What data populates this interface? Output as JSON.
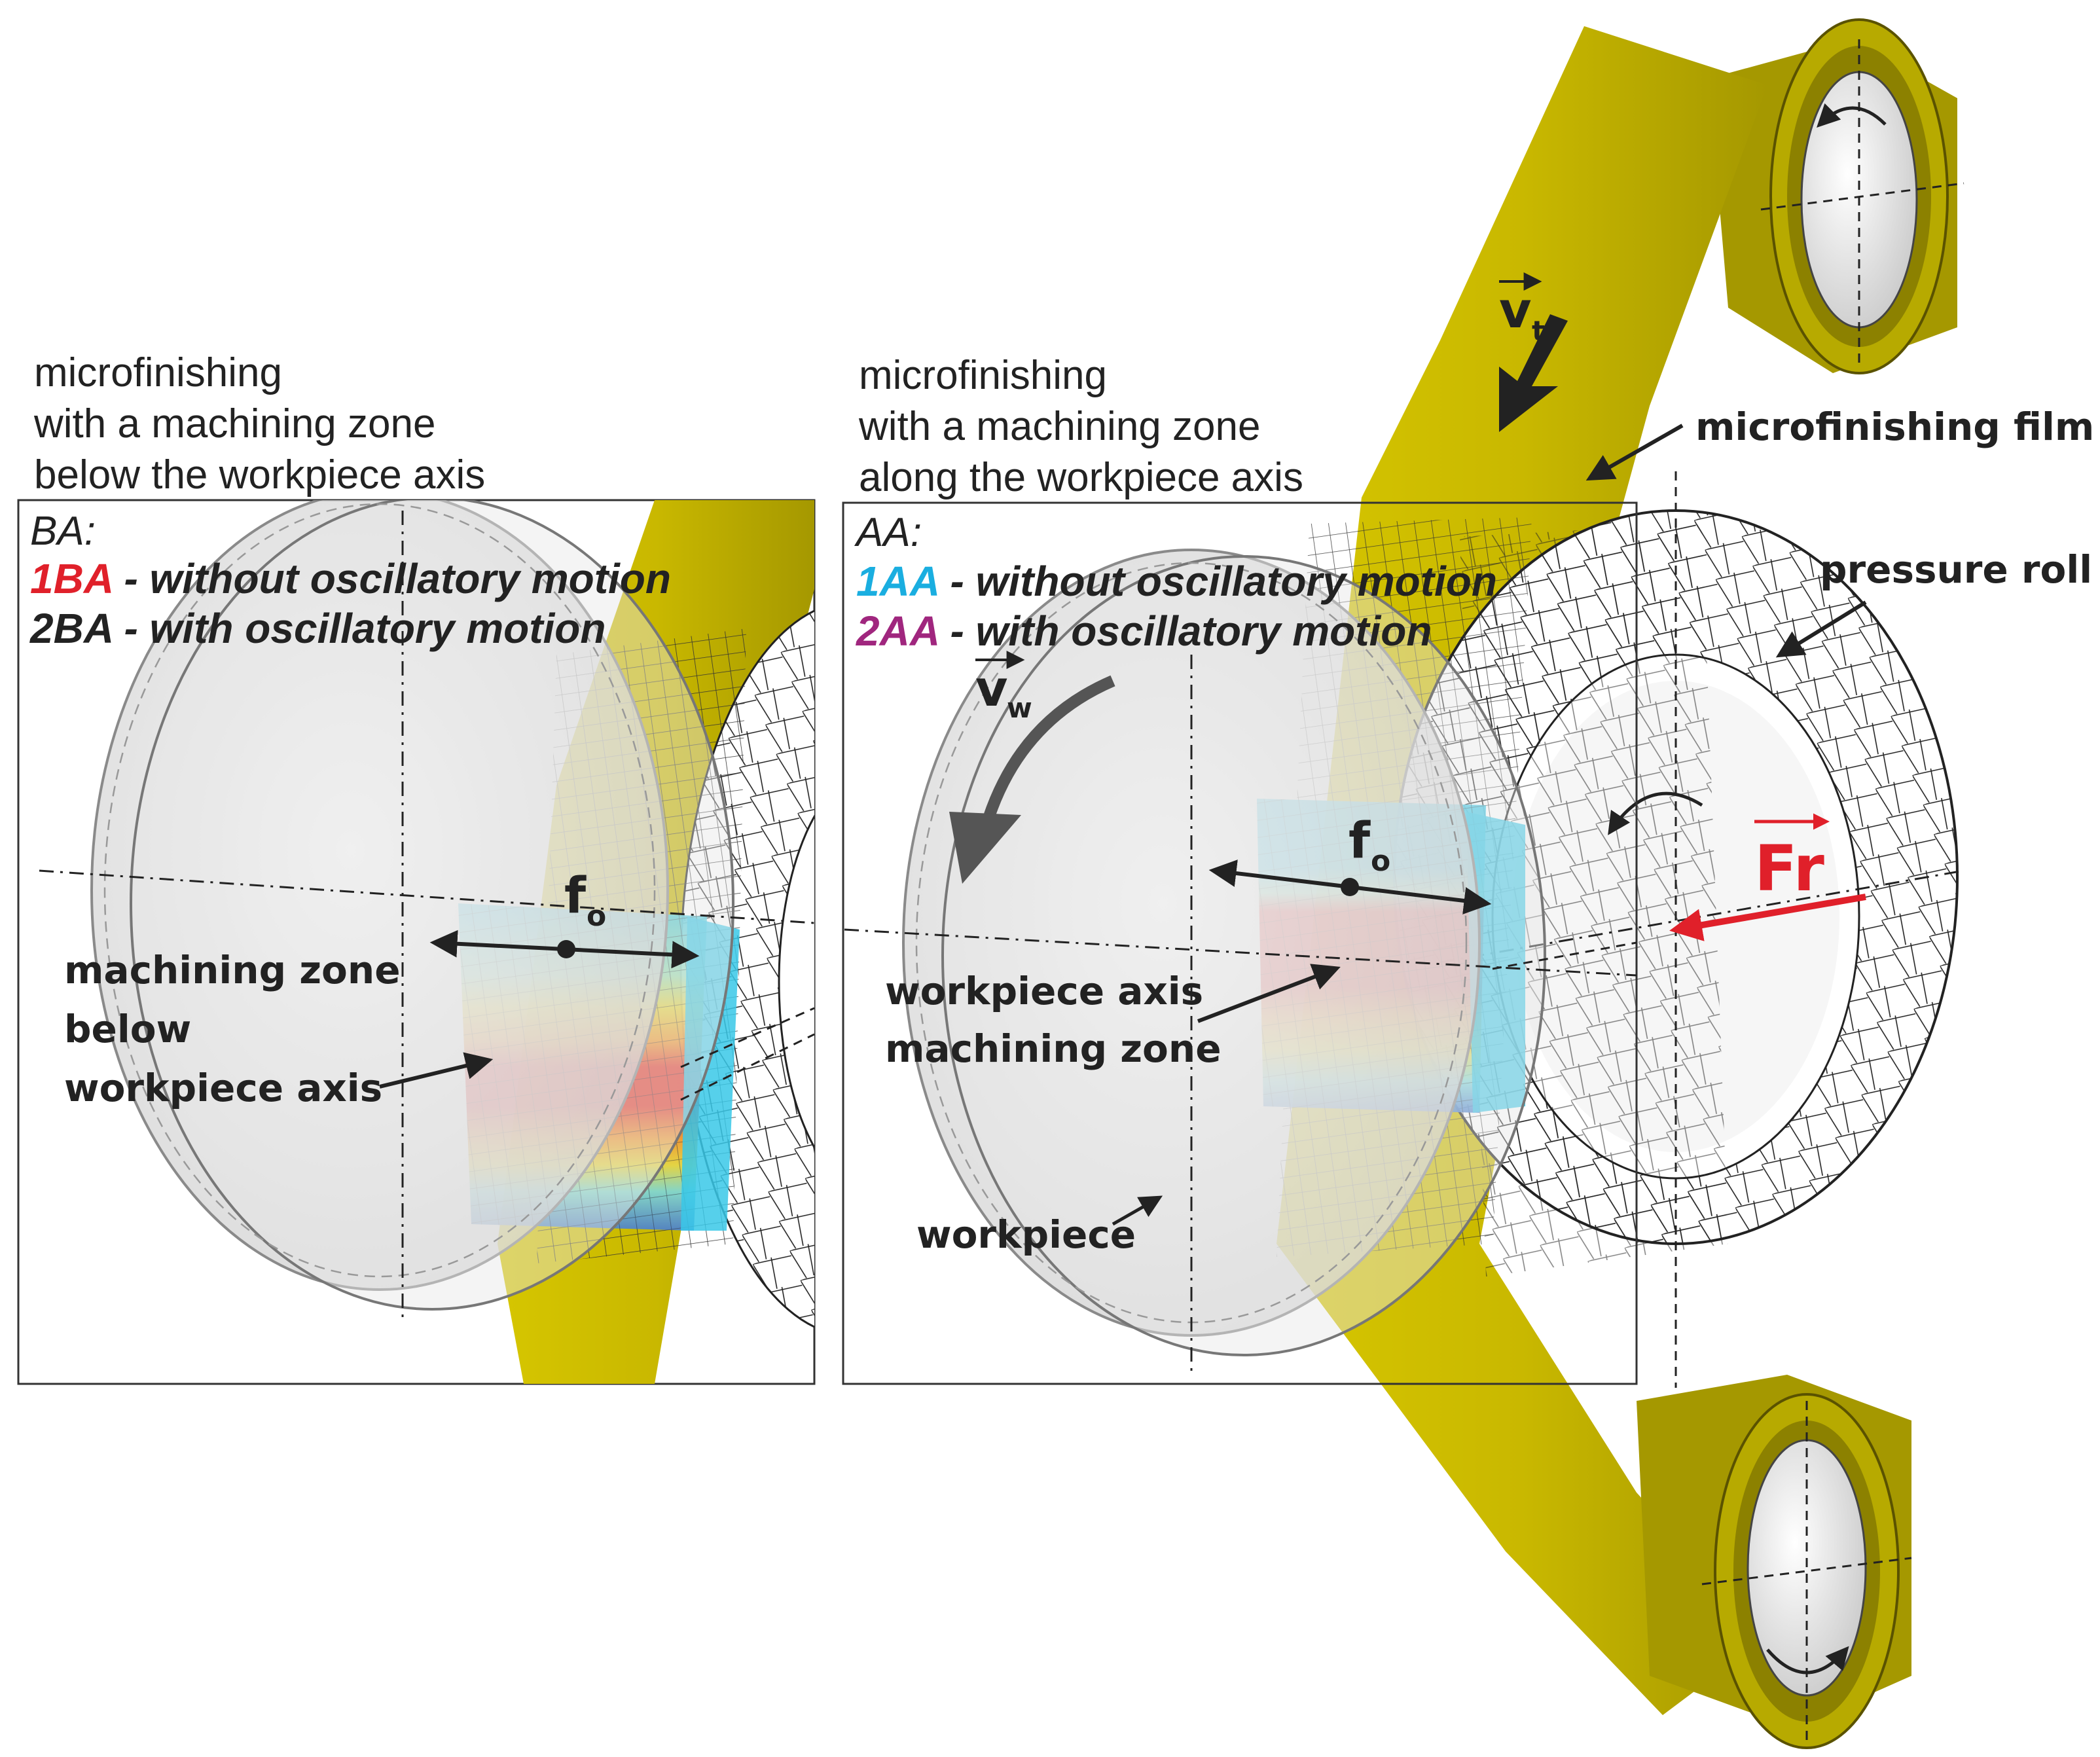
{
  "colors": {
    "film": "#c9b800",
    "film_dark": "#8f8500",
    "zone_red": "#e63a3a",
    "zone_cyan": "#38c8e8",
    "label_red": "#e0202a",
    "label_cyan": "#1aaee0",
    "label_purple": "#a0267e",
    "force_red": "#e0202a"
  },
  "left_panel": {
    "caption": [
      "microfinishing",
      "with a machining zone",
      "below the workpiece axis"
    ],
    "ba_header": "BA:",
    "line1_code": "1BA",
    "line1_text": " - without oscillatory motion",
    "line2_code": "2BA",
    "line2_text": " - with oscillatory motion",
    "fo_main": "f",
    "fo_sub": "o",
    "zone_label": [
      "machining zone",
      "below",
      "workpiece axis"
    ]
  },
  "middle_panel": {
    "caption": [
      "microfinishing",
      "with a machining zone",
      "along the workpiece axis"
    ],
    "aa_header": "AA:",
    "line1_code": "1AA",
    "line1_text": " - without oscillatory motion",
    "line2_code": "2AA",
    "line2_text": " - with oscillatory motion",
    "vw_main": "v",
    "vw_sub": "w",
    "fo_main": "f",
    "fo_sub": "o",
    "zone_label": [
      "workpiece axis",
      "machining zone"
    ],
    "workpiece_label": "workpiece"
  },
  "right_assembly": {
    "vt_main": "v",
    "vt_sub": "t",
    "film_label": "microfinishing film",
    "pressure_roll_label": "pressure roll",
    "force_label": "Fr"
  }
}
